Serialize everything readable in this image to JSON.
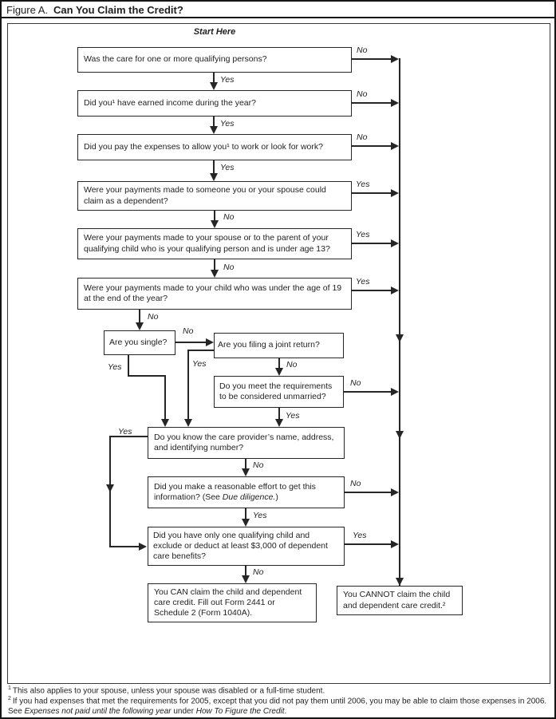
{
  "figure": {
    "label": "Figure A.",
    "title": "Can You Claim the Credit?"
  },
  "start_here": "Start Here",
  "labels": {
    "yes": "Yes",
    "no": "No"
  },
  "boxes": {
    "qualifying_persons": "Was the care for one or more qualifying persons?",
    "earned_income": "Did you¹ have earned income during the year?",
    "pay_expenses": "Did you pay the expenses to allow you¹ to work or look for work?",
    "claim_dependent": "Were your payments made to someone you or your spouse could claim as a dependent?",
    "spouse_or_parent": "Were your payments made to your spouse or to the parent of your qualifying child who is your qualifying person and is under age 13?",
    "child_under_19": "Were your payments made to your child who was under the age of 19 at the end of the year?",
    "single": "Are you single?",
    "joint_return": "Are you filing a joint return?",
    "unmarried": "Do you meet the requirements to be considered unmarried?",
    "provider_info": "Do you know the care provider’s name, address, and identifying number?",
    "effort_pre": "Did you make a reasonable effort to get this information? (See ",
    "effort_em": "Due diligence.",
    "effort_post": ")",
    "one_child": "Did you have only one qualifying child and exclude or deduct at least $3,000 of dependent care benefits?",
    "can_claim": "You CAN claim the child and dependent care credit. Fill out Form 2441 or Schedule 2 (Form 1040A).",
    "cannot_claim": "You CANNOT claim the child and dependent care credit.²"
  },
  "footnotes": {
    "fn1_marker": "1",
    "fn1_text": "This also applies to your spouse, unless your spouse was disabled or a full-time student.",
    "fn2_marker": "2",
    "fn2_pre": "If you had expenses that met the requirements for 2005, except that you did not pay them until 2006, you may be able to claim those expenses in 2006. See ",
    "fn2_em1": "Expenses not paid until the following year",
    "fn2_mid": " under ",
    "fn2_em2": "How To Figure the Credit",
    "fn2_post": "."
  },
  "colors": {
    "ink": "#262626",
    "background": "#ffffff"
  }
}
